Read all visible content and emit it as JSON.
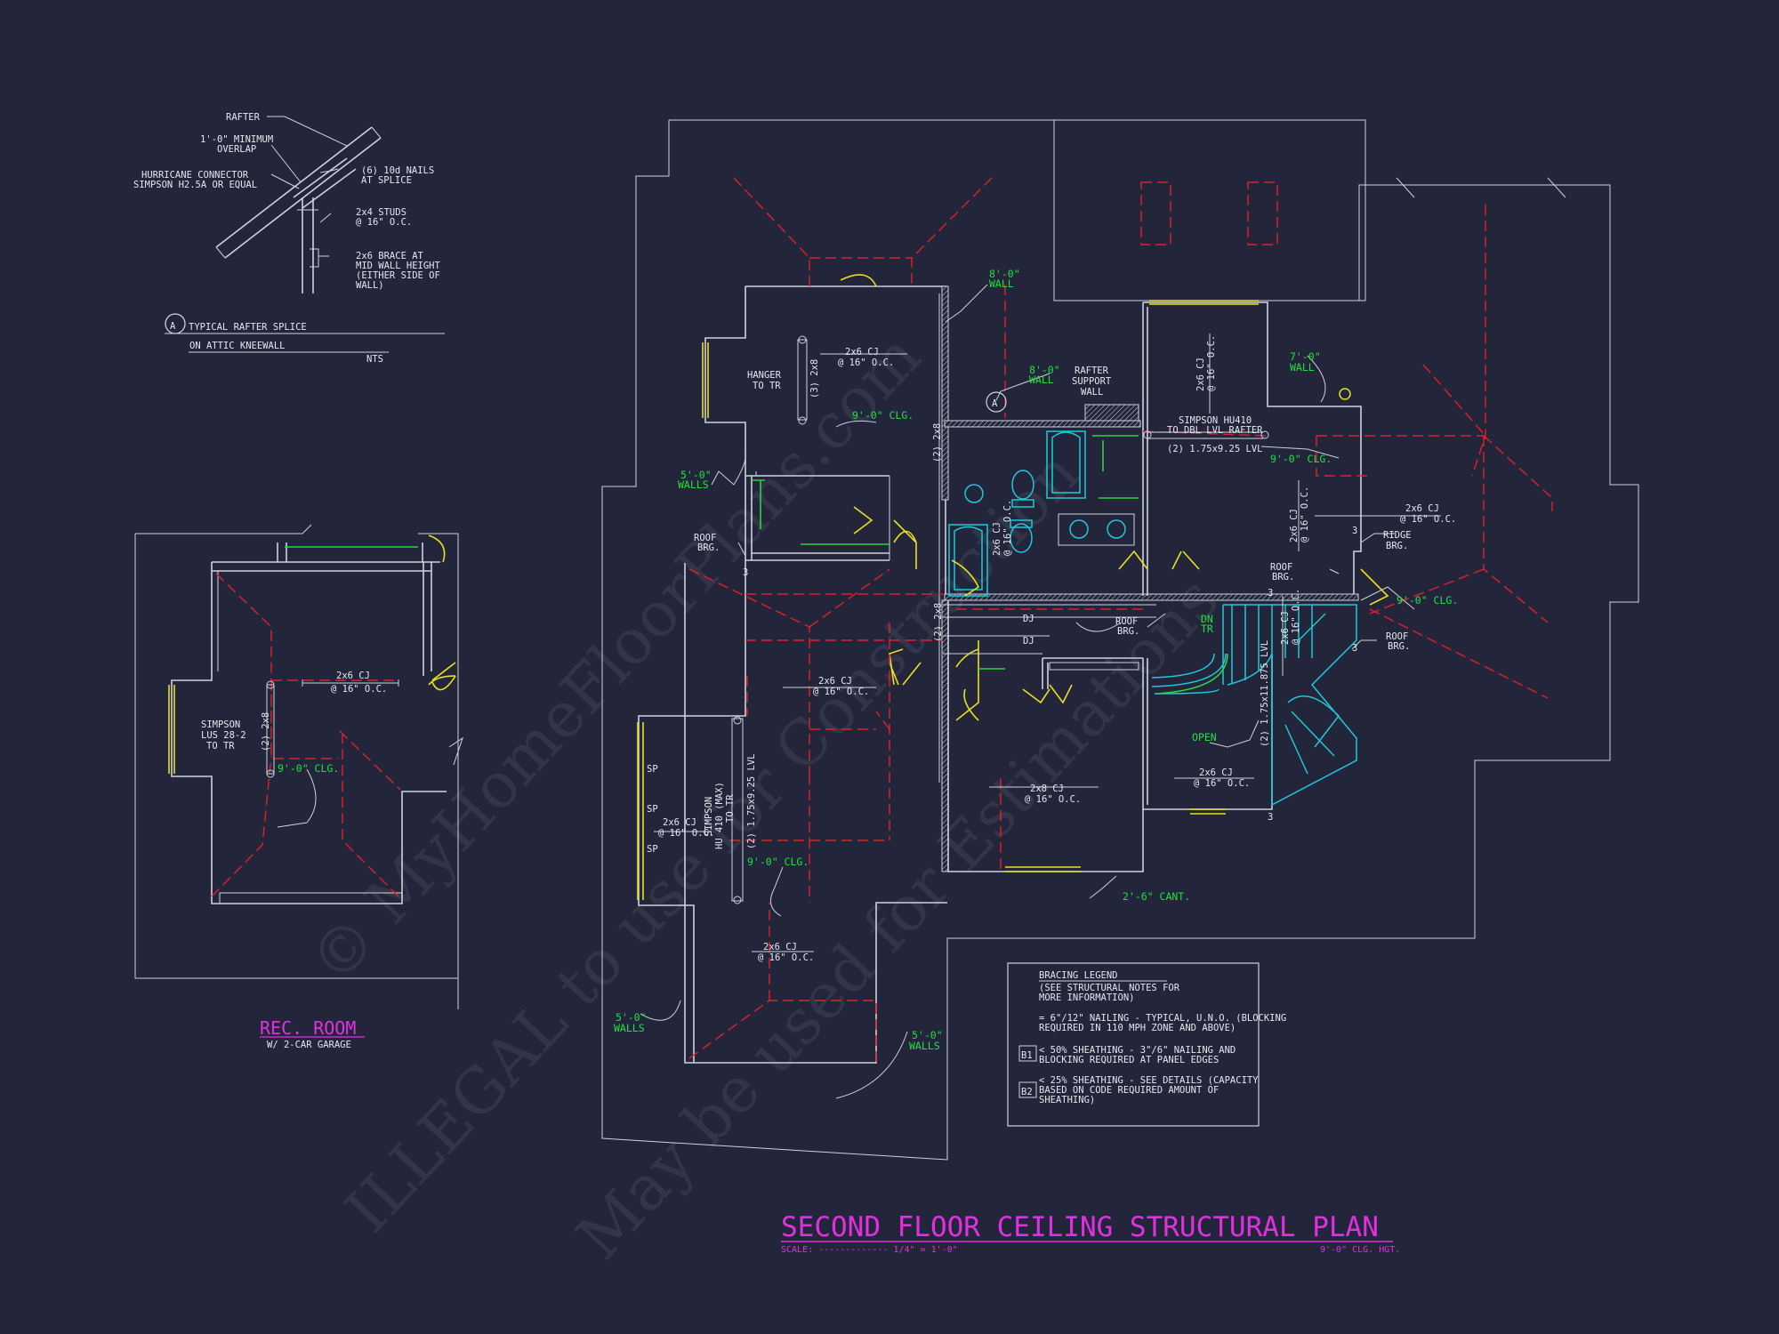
{
  "detail": {
    "callout": "A",
    "title_line1": "TYPICAL RAFTER SPLICE",
    "title_line2": "ON ATTIC KNEEWALL",
    "scale": "NTS",
    "notes": {
      "rafter": "RAFTER",
      "overlap1": "1'-0\" MINIMUM",
      "overlap2": "OVERLAP",
      "hurricane1": "HURRICANE CONNECTOR",
      "hurricane2": "SIMPSON H2.5A OR EQUAL",
      "nails1": "(6) 10d NAILS",
      "nails2": "AT SPLICE",
      "studs1": "2x4 STUDS",
      "studs2": "@ 16\" O.C.",
      "brace1": "2x6 BRACE AT",
      "brace2": "MID WALL HEIGHT",
      "brace3": "(EITHER SIDE OF",
      "brace4": "WALL)"
    }
  },
  "rec_room": {
    "title": "REC. ROOM",
    "subtitle": "W/ 2-CAR GARAGE",
    "cj": "2x6 CJ",
    "cj_oc": "@ 16\" O.C.",
    "simpson1": "SIMPSON",
    "simpson2": "LUS 28-2",
    "simpson3": "TO TR",
    "beam": "(2) 2x8",
    "clg": "9'-0\" CLG."
  },
  "plan": {
    "title": "SECOND FLOOR CEILING STRUCTURAL PLAN",
    "scale": "SCALE: ------------- 1/4\" = 1'-0\"",
    "clg_hgt": "9'-0\" CLG. HGT.",
    "labels": {
      "cj": "2x6 CJ",
      "oc": "@ 16\" O.C.",
      "cj8": "2x8 CJ",
      "hanger1": "HANGER",
      "hanger2": "TO TR",
      "beam_2x8": "(3) 2x8",
      "clg9": "9'-0\" CLG.",
      "wall8a": "8'-0\"",
      "wall8b": "WALL",
      "wall5a": "5'-0\"",
      "wall5b": "WALLS",
      "wall7a": "7'-0\"",
      "wall7b": "WALL",
      "roof": "ROOF",
      "brg": "BRG.",
      "ridge": "RIDGE",
      "rafter1": "RAFTER",
      "rafter2": "SUPPORT",
      "rafter3": "WALL",
      "grid_a": "A",
      "simp_h1": "SIMPSON HU410",
      "simp_h2": "TO DBL LVL RAFTER",
      "lvl_a": "(2) 1.75x9.25 LVL",
      "beam_2x8b": "(2) 2x8",
      "beam_2x8c": "(2) 2x8",
      "dj": "DJ",
      "dn1": "DN",
      "dn2": "TR",
      "open": "OPEN",
      "lvl_b": "(2) 1.75x11.875 LVL",
      "simp_v1": "SIMPSON",
      "simp_v2": "HU 410 (MAX)",
      "simp_v3": "TO TR",
      "lvl_c": "(2) 1.75x9.25 LVL",
      "sp": "SP",
      "cant": "2'-6\" CANT.",
      "three": "3"
    }
  },
  "legend": {
    "title": "BRACING LEGEND",
    "sub1": "(SEE STRUCTURAL NOTES FOR",
    "sub2": "MORE INFORMATION)",
    "l1a": "= 6\"/12\" NAILING - TYPICAL, U.N.O. (BLOCKING",
    "l1b": "REQUIRED IN 110 MPH ZONE AND ABOVE)",
    "b1": "B1",
    "l2a": "< 50% SHEATHING - 3\"/6\" NAILING AND",
    "l2b": "BLOCKING REQUIRED AT PANEL EDGES",
    "b2": "B2",
    "l3a": "< 25% SHEATHING - SEE DETAILS (CAPACITY",
    "l3b": "BASED ON CODE REQUIRED AMOUNT OF",
    "l3c": "SHEATHING)"
  },
  "watermark": {
    "line1": "© MyHomeFloorPlans.com",
    "line2": "ILLEGAL to use for Construction",
    "line3": "May be used for Estimations"
  },
  "colors": {
    "background": "#23263a",
    "linework": "#cfd1dc",
    "hidden_beam": "#e0202c",
    "window": "#e8e020",
    "dimension_note": "#20e040",
    "plumbing": "#20c8d8",
    "title": "#e030e0"
  }
}
